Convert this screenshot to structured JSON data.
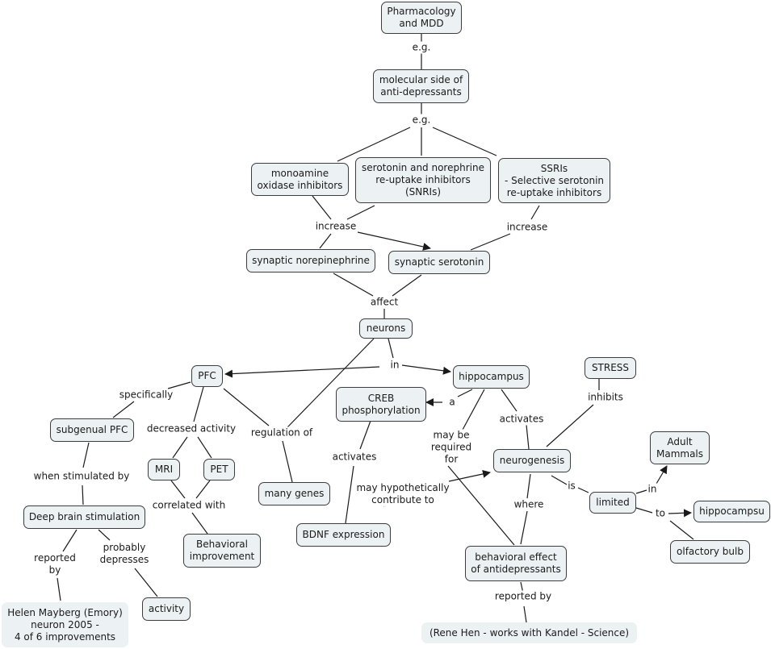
{
  "nodes": {
    "pharm": "Pharmacology\nand MDD",
    "molecular": "molecular side of\nanti-depressants",
    "mao": "monoamine\noxidase inhibitors",
    "snri": "serotonin and norephrine\nre-uptake inhibitors\n(SNRIs)",
    "ssri": "SSRIs\n- Selective serotonin\nre-uptake inhibitors",
    "syn_ne": "synaptic norepinephrine",
    "syn_5ht": "synaptic serotonin",
    "neurons": "neurons",
    "pfc": "PFC",
    "hippocampus": "hippocampus",
    "stress": "STRESS",
    "creb": "CREB\nphosphorylation",
    "subgenual": "subgenual PFC",
    "mri": "MRI",
    "pet": "PET",
    "many_genes": "many genes",
    "neurogenesis": "neurogenesis",
    "adult_mammals": "Adult\nMammals",
    "limited": "limited",
    "hippocampsu": "hippocampsu",
    "dbs": "Deep brain stimulation",
    "behav_improve": "Behavioral\nimprovement",
    "bdnf": "BDNF expression",
    "olfactory": "olfactory bulb",
    "behav_effect": "behavioral effect\nof antidepressants",
    "mayberg": "Helen Mayberg (Emory)\nneuron 2005 -\n4 of 6 improvements",
    "activity": "activity",
    "hen": "(Rene Hen - works with Kandel - Science)"
  },
  "links": {
    "eg1": "e.g.",
    "eg2": "e.g.",
    "increase1": "increase",
    "increase2": "increase",
    "affect": "affect",
    "in1": "in",
    "specifically": "specifically",
    "a": "a",
    "inhibits": "inhibits",
    "activates1": "activates",
    "decreased_activity": "decreased activity",
    "regulation_of": "regulation of",
    "may_be_required": "may be\nrequired\nfor",
    "activates2": "activates",
    "when_stimulated": "when stimulated by",
    "correlated_with": "correlated with",
    "may_hypothetically": "may hypothetically\ncontribute to",
    "is": "is",
    "in2": "in",
    "where": "where",
    "to": "to",
    "reported_by1": "reported\nby",
    "probably_depresses": "probably\ndepresses",
    "reported_by2": "reported by"
  },
  "colors": {
    "node_fill": "#ecf2f4",
    "node_border": "#3d3d3d",
    "line": "#1a1a1a"
  }
}
